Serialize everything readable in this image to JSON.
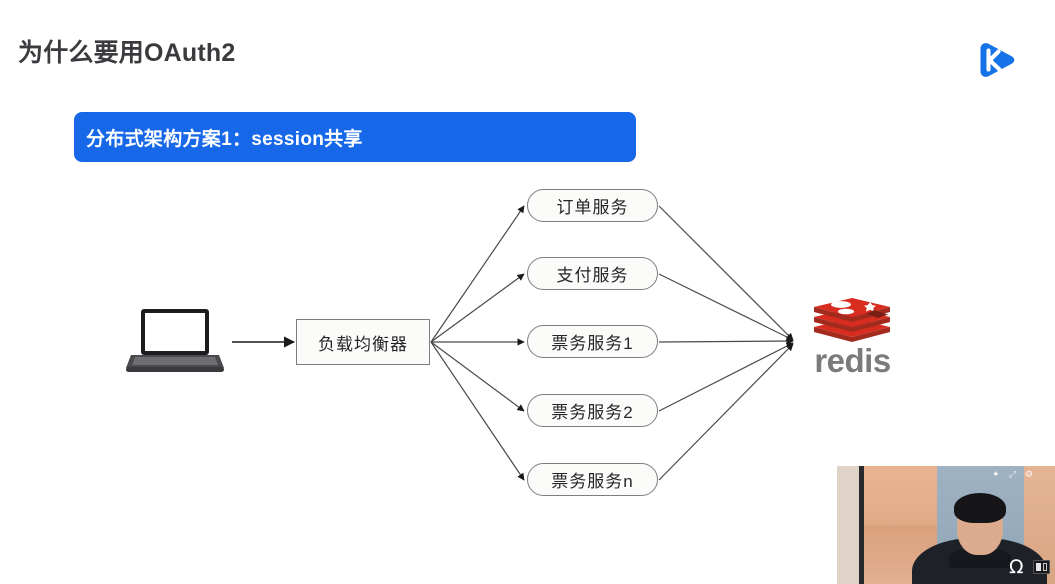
{
  "slide": {
    "title": "为什么要用OAuth2",
    "banner_text": "分布式架构方案1：session共享",
    "banner_color": "#1668e8",
    "title_color": "#3b3b3f"
  },
  "brand": {
    "logo_name": "k-play-logo",
    "logo_letter": "k",
    "logo_color": "#1572e8"
  },
  "diagram": {
    "client": {
      "icon": "laptop-icon",
      "label": ""
    },
    "load_balancer": {
      "label": "负载均衡器",
      "shape": "rectangle"
    },
    "services": [
      {
        "label": "订单服务",
        "shape": "rounded-rectangle"
      },
      {
        "label": "支付服务",
        "shape": "rounded-rectangle"
      },
      {
        "label": "票务服务1",
        "shape": "rounded-rectangle"
      },
      {
        "label": "票务服务2",
        "shape": "rounded-rectangle"
      },
      {
        "label": "票务服务n",
        "shape": "rounded-rectangle"
      }
    ],
    "datastore": {
      "label": "redis",
      "icon": "redis-logo",
      "brand_color": "#d82c20",
      "wordmark_color": "#7b7b7b"
    },
    "edges": {
      "client_to_lb": 1,
      "lb_to_services": 5,
      "services_to_datastore": 5
    }
  },
  "webcam": {
    "name": "presenter-camera",
    "controls": {
      "pin": "✦",
      "expand": "⤢",
      "settings": "⚙",
      "mic": "Ω",
      "layout": "layout-icon"
    }
  }
}
